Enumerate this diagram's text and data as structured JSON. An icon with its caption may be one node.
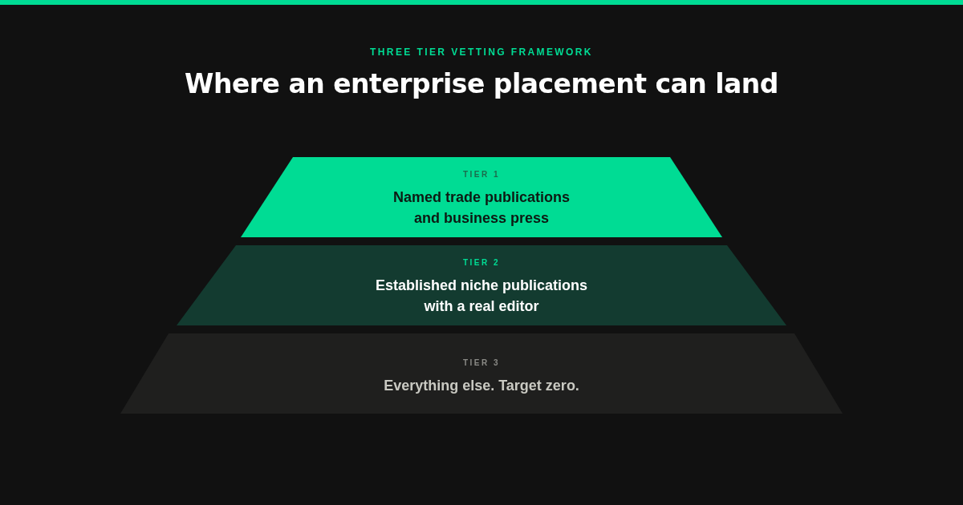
{
  "diagram": {
    "title": "Where an enterprise placement can land",
    "nodes": [
      {
        "text": [
          "TIER 1",
          "Named trade publications and business press"
        ]
      },
      {
        "text": [
          "TIER 2",
          "Established niche publications with a real editor"
        ]
      },
      {
        "text": [
          "TIER 3",
          "Everything else. Target zero."
        ]
      }
    ],
    "labels": [
      "THREE TIER VETTING FRAMEWORK"
    ]
  }
}
